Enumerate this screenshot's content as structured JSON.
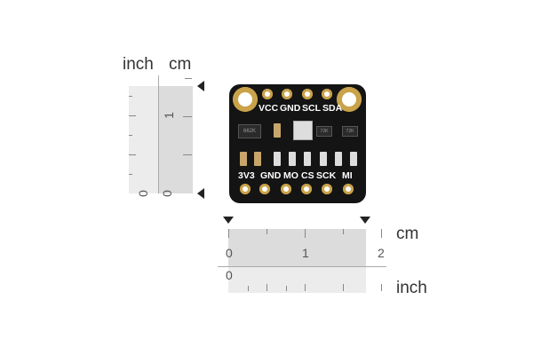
{
  "vertical_ruler": {
    "unit_left": "inch",
    "unit_right": "cm",
    "inch_labels": [
      "0"
    ],
    "cm_labels": [
      "0",
      "1"
    ]
  },
  "horizontal_ruler": {
    "unit_top": "cm",
    "unit_bottom": "inch",
    "cm_labels": [
      "0",
      "1",
      "2"
    ],
    "inch_labels": [
      "0"
    ]
  },
  "board": {
    "top_pins": [
      "VCC",
      "GND",
      "SCL",
      "SDA"
    ],
    "bottom_pins": [
      "3V3",
      "GND",
      "MO",
      "CS",
      "SCK",
      "MI"
    ],
    "chip_markings": [
      "662K",
      "72K",
      "72K"
    ],
    "color": "#141414"
  }
}
